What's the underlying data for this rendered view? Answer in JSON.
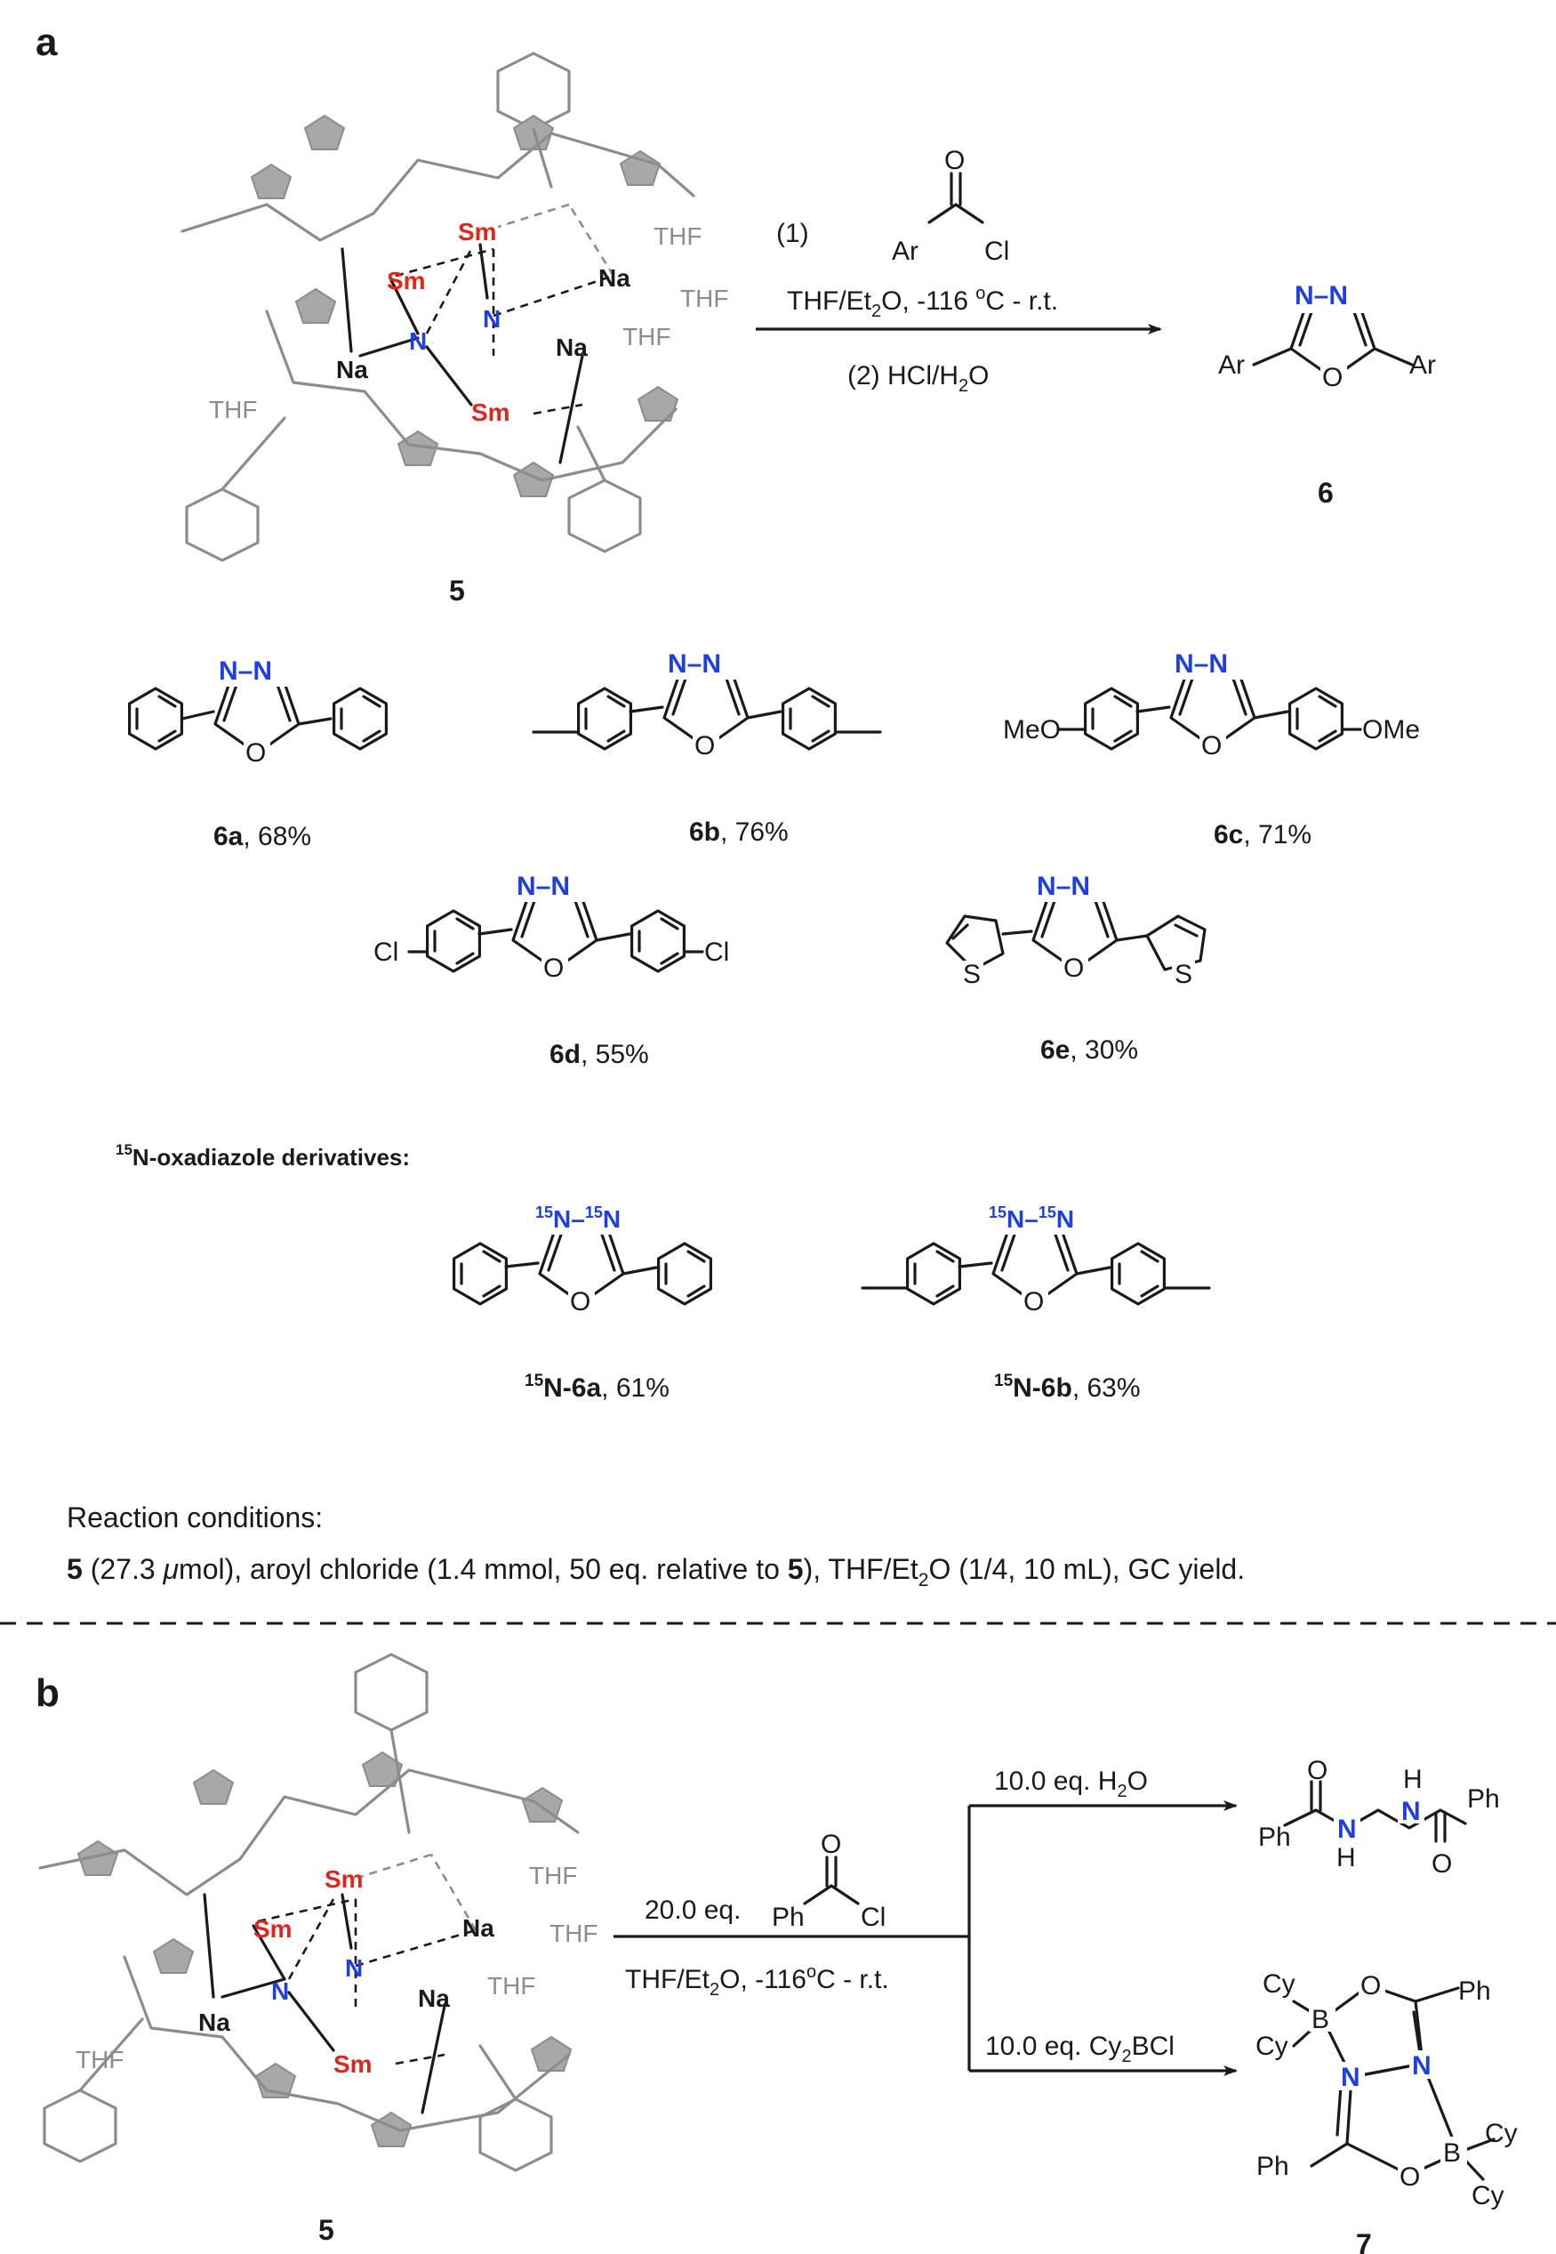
{
  "panel_a": {
    "label": "a",
    "complex_label": "5",
    "complex_atoms": {
      "sm": "Sm",
      "na": "Na",
      "n": "N",
      "thf": "THF"
    },
    "step1": "(1)",
    "reagent_o": "O",
    "reagent_ar": "Ar",
    "reagent_cl": "Cl",
    "conditions_main": "THF/Et",
    "conditions_sub": "2",
    "conditions_tail": "O, -116 ",
    "conditions_deg": "o",
    "conditions_end": "C - r.t.",
    "step2_main": "(2) HCl/H",
    "step2_sub": "2",
    "step2_end": "O",
    "product_label": "6",
    "product_ar": "Ar",
    "product_n": "N–N",
    "product_o": "O"
  },
  "scope": [
    {
      "id": "6a",
      "yield": ", 68%"
    },
    {
      "id": "6b",
      "yield": ", 76%"
    },
    {
      "id": "6c",
      "yield": ", 71%",
      "sub_left": "MeO",
      "sub_right": "OMe"
    },
    {
      "id": "6d",
      "yield": ", 55%",
      "sub_left": "Cl",
      "sub_right": "Cl"
    },
    {
      "id": "6e",
      "yield": ", 30%",
      "hetero": "S"
    }
  ],
  "n15": {
    "heading_sup": "15",
    "heading": "N-oxadiazole derivatives:",
    "ring_label_sup": "15",
    "ring_label_n": "N–",
    "ring_label_n2": "N",
    "items": [
      {
        "sup": "15",
        "id": "N-6a",
        "yield": ", 61%"
      },
      {
        "sup": "15",
        "id": "N-6b",
        "yield": ", 63%"
      }
    ]
  },
  "conditions": {
    "title": "Reaction conditions:",
    "line_b": "5",
    "line_1": " (27.3 ",
    "line_mu": "μ",
    "line_2": "mol), aroyl chloride (1.4 mmol, 50 eq. relative to ",
    "line_b2": "5",
    "line_3": "), THF/Et",
    "line_sub": "2",
    "line_4": "O (1/4, 10 mL), GC yield."
  },
  "panel_b": {
    "label": "b",
    "complex_label": "5",
    "reagent_eq": "20.0 eq.",
    "reagent_ph": "Ph",
    "reagent_o": "O",
    "reagent_cl": "Cl",
    "conditions_main": "THF/Et",
    "conditions_sub": "2",
    "conditions_tail": "O, -116",
    "conditions_deg": "o",
    "conditions_end": "C - r.t.",
    "branch1_main": "10.0 eq. H",
    "branch1_sub": "2",
    "branch1_end": "O",
    "branch2_main": "10.0 eq. Cy",
    "branch2_sub": "2",
    "branch2_end": "BCl",
    "hydrazide": {
      "ph": "Ph",
      "o": "O",
      "nh": "N",
      "h": "H"
    },
    "boron": {
      "cy": "Cy",
      "b": "B",
      "o": "O",
      "ph": "Ph",
      "n": "N"
    },
    "product_label": "7"
  }
}
